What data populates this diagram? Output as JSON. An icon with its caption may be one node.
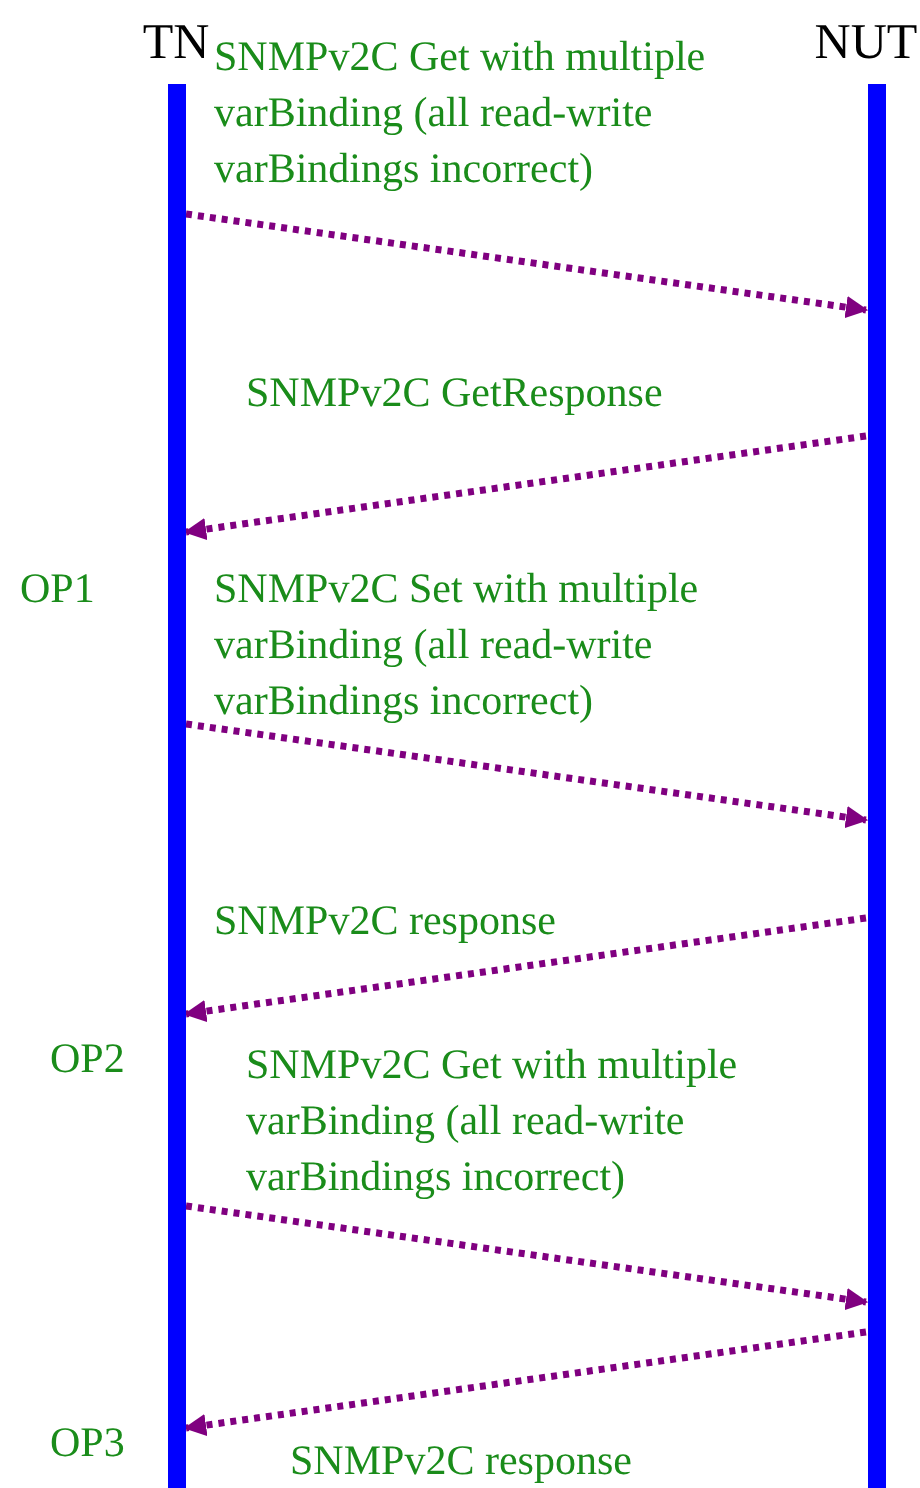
{
  "diagram": {
    "nodes": [
      {
        "text": [
          "TN"
        ]
      },
      {
        "text": [
          "NUT"
        ]
      }
    ],
    "edges": [
      {
        "from": 0,
        "to": 1,
        "arrow": "to",
        "label": "SNMPv2C Get with multiple varBinding (all read-write varBindings incorrect)",
        "style": "dashed"
      },
      {
        "from": 1,
        "to": 0,
        "arrow": "to",
        "label": "SNMPv2C GetResponse",
        "style": "dashed"
      },
      {
        "from": 0,
        "to": 1,
        "arrow": "to",
        "label": "SNMPv2C Set with multiple varBinding (all read-write varBindings incorrect)",
        "style": "dashed"
      },
      {
        "from": 1,
        "to": 0,
        "arrow": "to",
        "label": "SNMPv2C response",
        "style": "dashed"
      },
      {
        "from": 0,
        "to": 1,
        "arrow": "to",
        "label": "SNMPv2C Get with multiple varBinding (all read-write varBindings incorrect)",
        "style": "dashed"
      },
      {
        "from": 1,
        "to": 0,
        "arrow": "to",
        "label": "SNMPv2C response",
        "style": "dashed"
      }
    ],
    "labels": [
      "OP1",
      "OP2",
      "OP3"
    ]
  }
}
